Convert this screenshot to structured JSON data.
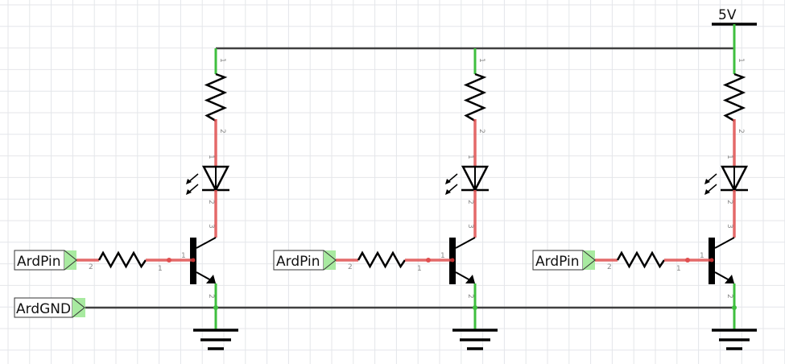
{
  "power": {
    "label": "5V"
  },
  "ground_net": {
    "label": "ArdGND"
  },
  "colors": {
    "wire": "#404040",
    "connected": "#3fbf3f",
    "unrouted": "#e05050",
    "grid": "#e4e6ea"
  },
  "stages": [
    {
      "input_label": "ArdPin",
      "pins": {
        "r_top_1": "1",
        "r_top_2": "2",
        "led_1": "1",
        "led_2": "2",
        "q_c": "3",
        "q_b": "1",
        "q_e": "2",
        "rb_1": "1",
        "rb_2": "2"
      }
    },
    {
      "input_label": "ArdPin",
      "pins": {
        "r_top_1": "1",
        "r_top_2": "2",
        "led_1": "1",
        "led_2": "2",
        "q_c": "3",
        "q_b": "1",
        "q_e": "2",
        "rb_1": "1",
        "rb_2": "2"
      }
    },
    {
      "input_label": "ArdPin",
      "pins": {
        "r_top_1": "1",
        "r_top_2": "2",
        "led_1": "1",
        "led_2": "2",
        "q_c": "3",
        "q_b": "1",
        "q_e": "2",
        "rb_1": "1",
        "rb_2": "2"
      }
    }
  ]
}
